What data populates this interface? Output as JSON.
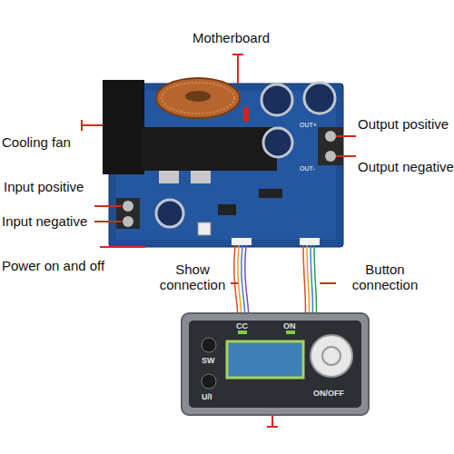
{
  "diagram": {
    "labels": [
      "Motherboard",
      "Cooling fan",
      "Input positive",
      "Input negative",
      "Power on and off",
      "Show connection",
      "Button connection",
      "Output positive",
      "Output negative",
      "OUT+",
      "OUT-",
      "CC",
      "ON",
      "SW",
      "U/I",
      "ON/OFF"
    ]
  }
}
